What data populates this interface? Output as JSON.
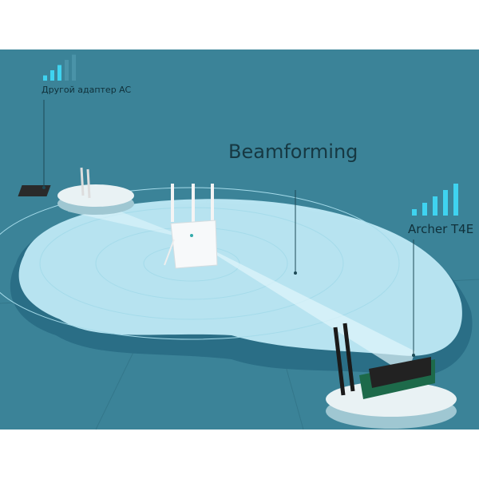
{
  "labels": {
    "other_adapter": "Другой адаптер AC",
    "feature": "Beamforming",
    "product": "Archer T4E"
  },
  "signal": {
    "other_adapter_strength": 0.6,
    "product_strength": 1.0
  },
  "colors": {
    "background": "#3b8398",
    "coverage": "#bfe9f5",
    "signal_bar": "#3fd3f0",
    "signal_bar_dim": "#4a93a8"
  },
  "icons": [
    "signal-bars-icon",
    "router-icon",
    "pcie-adapter-icon"
  ]
}
